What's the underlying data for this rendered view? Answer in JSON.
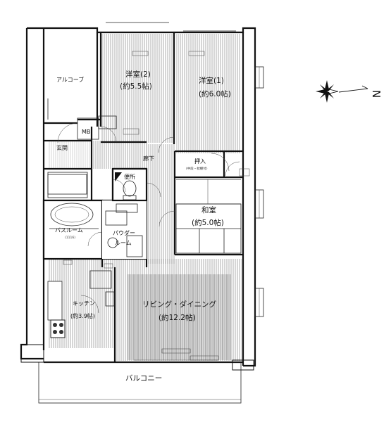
{
  "rooms": {
    "alcove": "アルコーブ",
    "western2_name": "洋室(2)",
    "western2_size": "(約5.5帖)",
    "western1_name": "洋室(1)",
    "western1_size": "(約6.0帖)",
    "mb": "MB",
    "entrance": "玄関",
    "hallway": "廊下",
    "closet": "押入",
    "closet_note": "(中段・枕棚付)",
    "toilet": "便所",
    "japanese_name": "和室",
    "japanese_size": "(約5.0帖)",
    "bathroom": "バスルーム",
    "bathroom_note": "(1116)",
    "powder_line1": "パウダー",
    "powder_line2": "ルーム",
    "kitchen_name": "キッチン",
    "kitchen_size": "(約3.9帖)",
    "living_name": "リビング・ダイニング",
    "living_size": "(約12.2帖)",
    "balcony": "バルコニー"
  },
  "compass": {
    "north_label": "N"
  }
}
